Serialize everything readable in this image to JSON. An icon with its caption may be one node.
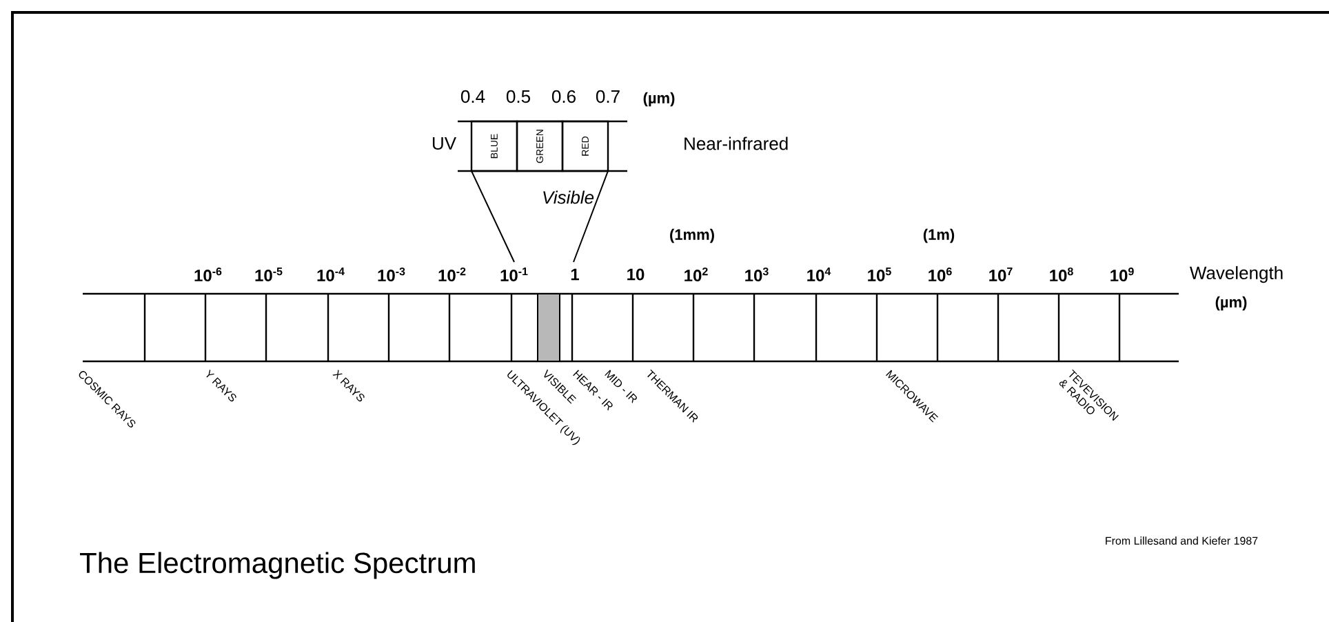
{
  "diagram": {
    "title": "The Electromagnetic Spectrum",
    "nodes": [
      {
        "text": [
          "BLUE"
        ]
      },
      {
        "text": [
          "GREEN"
        ]
      },
      {
        "text": [
          "RED"
        ]
      }
    ],
    "labels": [
      "0.4",
      "0.5",
      "0.6",
      "0.7",
      "(µm)",
      "UV",
      "Near-infrared",
      "Visible",
      "(1mm)",
      "(1m)",
      "10$^{-6}$",
      "10$^{-5}$",
      "10$^{-4}$",
      "10$^{-3}$",
      "10$^{-2}$",
      "10$^{-1}$",
      "1",
      "10",
      "10$^{2}$",
      "10$^{3}$",
      "10$^{4}$",
      "10$^{5}$",
      "10$^{6}$",
      "10$^{7}$",
      "10$^{8}$",
      "10$^{9}$",
      "Wavelength",
      "(µm)",
      "COSMIC RAYS",
      "Y RAYS",
      "X RAYS",
      "ULTRAVIOLET (UV)",
      "VISIBLE",
      "HEAR - IR",
      "MID - IR",
      "THERMAN IR",
      "MICROWAVE",
      "TEVEVISION & RADIO",
      "From Lillesand and Kiefer 1987"
    ]
  }
}
